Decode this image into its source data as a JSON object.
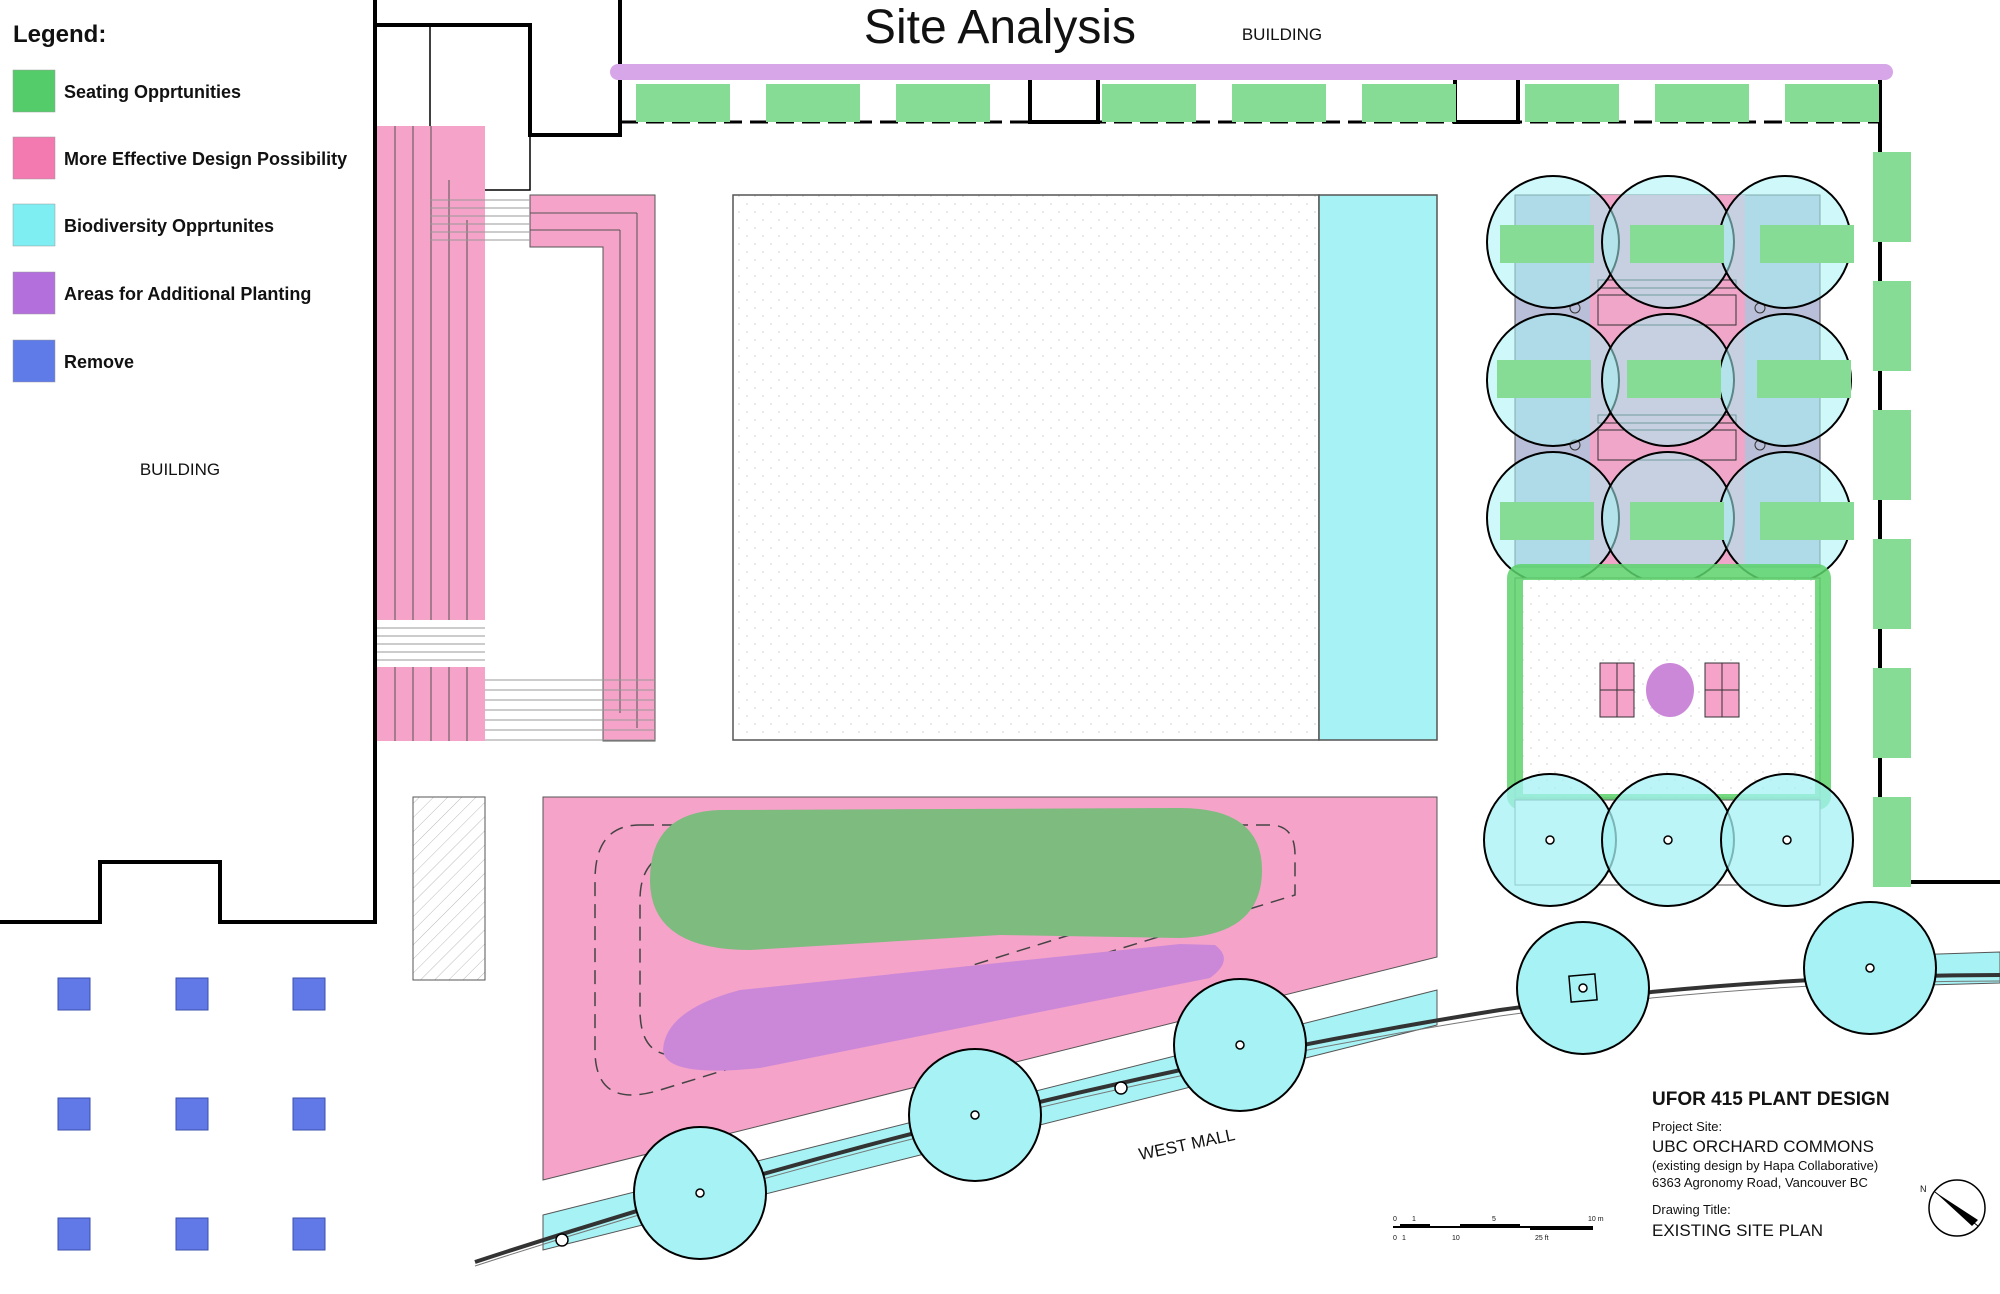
{
  "title": "Site Analysis",
  "legend": {
    "heading": "Legend:",
    "items": [
      {
        "label": "Seating Opprtunities",
        "color": "#55cc6a"
      },
      {
        "label": "More Effective Design Possibility",
        "color": "#f27ab0"
      },
      {
        "label": "Biodiversity Opprtunites",
        "color": "#7eeef2"
      },
      {
        "label": "Areas for Additional Planting",
        "color": "#b36fdc"
      },
      {
        "label": "Remove",
        "color": "#5f7be8"
      }
    ]
  },
  "labels": {
    "building_top": "BUILDING",
    "building_left": "BUILDING",
    "street": "WEST MALL"
  },
  "title_block": {
    "project": "UFOR 415 PLANT DESIGN",
    "site_label": "Project Site:",
    "site_name": "UBC ORCHARD COMMONS",
    "site_note": "(existing design by Hapa Collaborative)",
    "address": "6363 Agronomy Road, Vancouver BC",
    "drawing_label": "Drawing Title:",
    "drawing_title": "EXISTING SITE PLAN"
  },
  "scale_bar": {
    "metric_ticks": [
      "0",
      "1",
      "5",
      "10 m"
    ],
    "imperial_ticks": [
      "0",
      "1",
      "10",
      "25 ft"
    ]
  },
  "north_arrow": "N",
  "colors": {
    "seating": "#86dc95",
    "pink": "#f5a3c8",
    "cyan": "#a6f2f4",
    "purple": "#cc88d8",
    "remove": "#6179e6",
    "green_blob": "#7dbb7f",
    "highlight_green": "#5cd26b",
    "highlight_purple": "#d7a6e8",
    "slate": "#b9bfd8"
  }
}
